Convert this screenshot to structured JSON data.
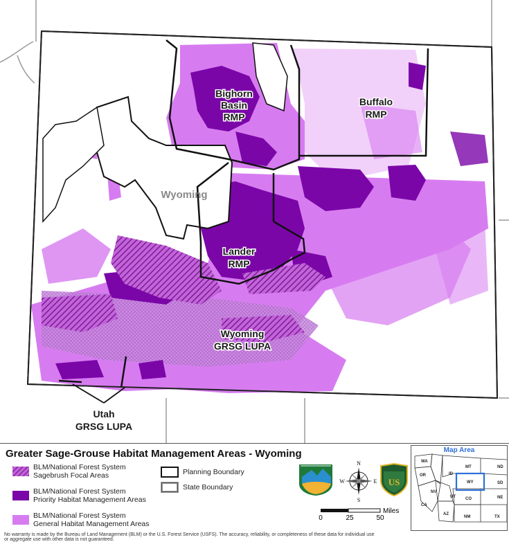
{
  "map": {
    "labels": {
      "bighorn": [
        "Bighorn",
        "Basin",
        "RMP"
      ],
      "buffalo": [
        "Buffalo",
        "RMP"
      ],
      "wyoming": "Wyoming",
      "lander": [
        "Lander",
        "RMP"
      ],
      "wyoming_lupa": [
        "Wyoming",
        "GRSG LUPA"
      ],
      "utah_lupa": [
        "Utah",
        "GRSG LUPA"
      ]
    }
  },
  "legend": {
    "title": "Greater Sage-Grouse Habitat Management Areas - Wyoming",
    "items": [
      {
        "label": "BLM/National Forest System\nSagebrush Focal Areas",
        "color": "#8e2a9c",
        "pattern": "hatch"
      },
      {
        "label": "BLM/National Forest System\nPriority Habitat Management Areas",
        "color": "#7b06a8",
        "pattern": "solid"
      },
      {
        "label": "BLM/National Forest System\nGeneral Habitat Management Areas",
        "color": "#d77cf0",
        "pattern": "solid"
      }
    ],
    "boundaries": [
      {
        "label": "Planning Boundary"
      },
      {
        "label": "State Boundary"
      }
    ],
    "compass": {
      "n": "N",
      "s": "S",
      "e": "E",
      "w": "W"
    },
    "scale": {
      "unit": "Miles",
      "ticks": [
        "0",
        "25",
        "50"
      ]
    },
    "disclaimer": "No warranty is made by the Bureau of Land Management (BLM) or the U.S. Forest Service (USFS). The accuracy, reliability, or completeness of these data for individual use",
    "disclaimer2": "or aggregate use with other data is not guaranteed.",
    "inset": {
      "title": "Map Area",
      "states": [
        "WA",
        "MT",
        "ND",
        "OR",
        "ID",
        "SD",
        "WY",
        "NE",
        "NV",
        "UT",
        "CO",
        "CA",
        "AZ",
        "NM",
        "TX"
      ]
    }
  },
  "colors": {
    "priority": "#7b06a8",
    "general": "#d77cf0",
    "focal": "#8e2a9c",
    "inset_highlight": "#2e6fd8"
  }
}
